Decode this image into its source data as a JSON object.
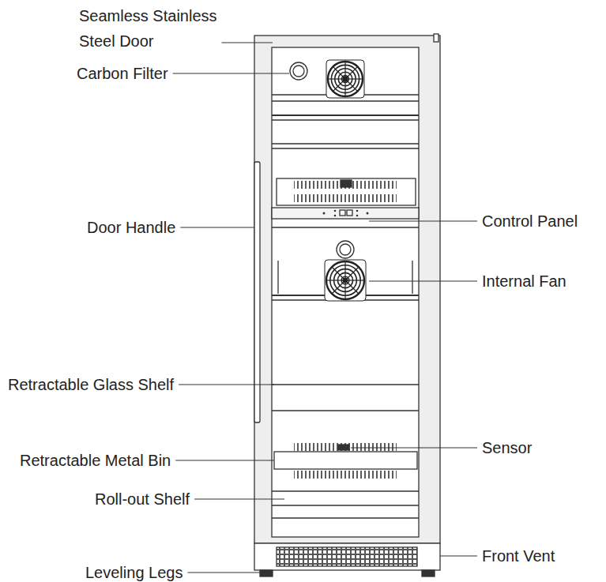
{
  "diagram": {
    "labels": [
      "Seamless Stainless Steel Door",
      "Carbon Filter",
      "Door Handle",
      "Retractable Glass Shelf",
      "Retractable Metal Bin",
      "Roll-out Shelf",
      "Leveling Legs",
      "Control Panel",
      "Internal Fan",
      "Sensor",
      "Front Vent"
    ]
  }
}
